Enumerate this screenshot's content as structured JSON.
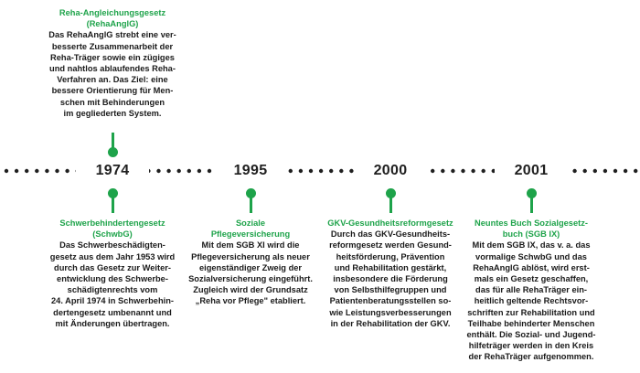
{
  "colors": {
    "accent": "#1ea34a",
    "dot": "#1f1f1f",
    "text": "#1a1a1a"
  },
  "events": [
    {
      "year": "1974",
      "top_card": {
        "title_lines": [
          "Reha-Angleichungsgesetz",
          "(RehaAnglG)"
        ],
        "body_lines": [
          "Das RehaAnglG strebt eine ver-",
          "besserte Zusammenarbeit der",
          "Reha-Träger sowie ein zügiges",
          "und nahtlos ablaufendes Reha-",
          "Verfahren an. Das Ziel: eine",
          "bessere Orientierung für Men-",
          "schen mit Behinderungen",
          "im gegliederten System."
        ]
      },
      "bottom_card": {
        "title_lines": [
          "Schwerbehindertengesetz",
          "(SchwbG)"
        ],
        "body_lines": [
          "Das Schwerbeschädigten-",
          "gesetz aus dem Jahr 1953 wird",
          "durch das Gesetz zur Weiter-",
          "entwicklung des Schwerbe-",
          "schädigtenrechts vom",
          "24. April 1974 in Schwerbehin-",
          "dertengesetz umbenannt und",
          "mit Änderungen übertragen."
        ]
      }
    },
    {
      "year": "1995",
      "bottom_card": {
        "title_lines": [
          "Soziale",
          "Pflegeversicherung"
        ],
        "body_lines": [
          "Mit dem SGB XI wird die",
          "Pflegeversicherung als neuer",
          "eigenständiger Zweig der",
          "Sozialversicherung eingeführt.",
          "Zugleich wird der Grundsatz",
          "„Reha vor Pflege\" etabliert."
        ]
      }
    },
    {
      "year": "2000",
      "bottom_card": {
        "title_lines": [
          "GKV-Gesundheitsreformgesetz"
        ],
        "body_lines": [
          "Durch das GKV-Gesundheits-",
          "reformgesetz werden Gesund-",
          "heitsförderung, Prävention",
          "und Rehabilitation gestärkt,",
          "insbesondere die Förderung",
          "von Selbsthilfegruppen und",
          "Patientenberatungsstellen so-",
          "wie Leistungsverbesserungen",
          "in der Rehabilitation der GKV."
        ]
      }
    },
    {
      "year": "2001",
      "bottom_card": {
        "title_lines": [
          "Neuntes Buch Sozialgesetz-",
          "buch (SGB IX)"
        ],
        "body_lines": [
          "Mit dem SGB IX, das v. a. das",
          "vormalige SchwbG und das",
          "RehaAnglG ablöst, wird erst-",
          "mals ein Gesetz geschaffen,",
          "das für alle RehaTräger ein-",
          "heitlich geltende Rechtsvor-",
          "schriften zur Rehabilitation und",
          "Teilhabe behinderter Menschen",
          "enthält. Die Sozial- und Jugend-",
          "hilfeträger werden in den Kreis",
          "der RehaTräger aufgenommen."
        ]
      }
    }
  ]
}
